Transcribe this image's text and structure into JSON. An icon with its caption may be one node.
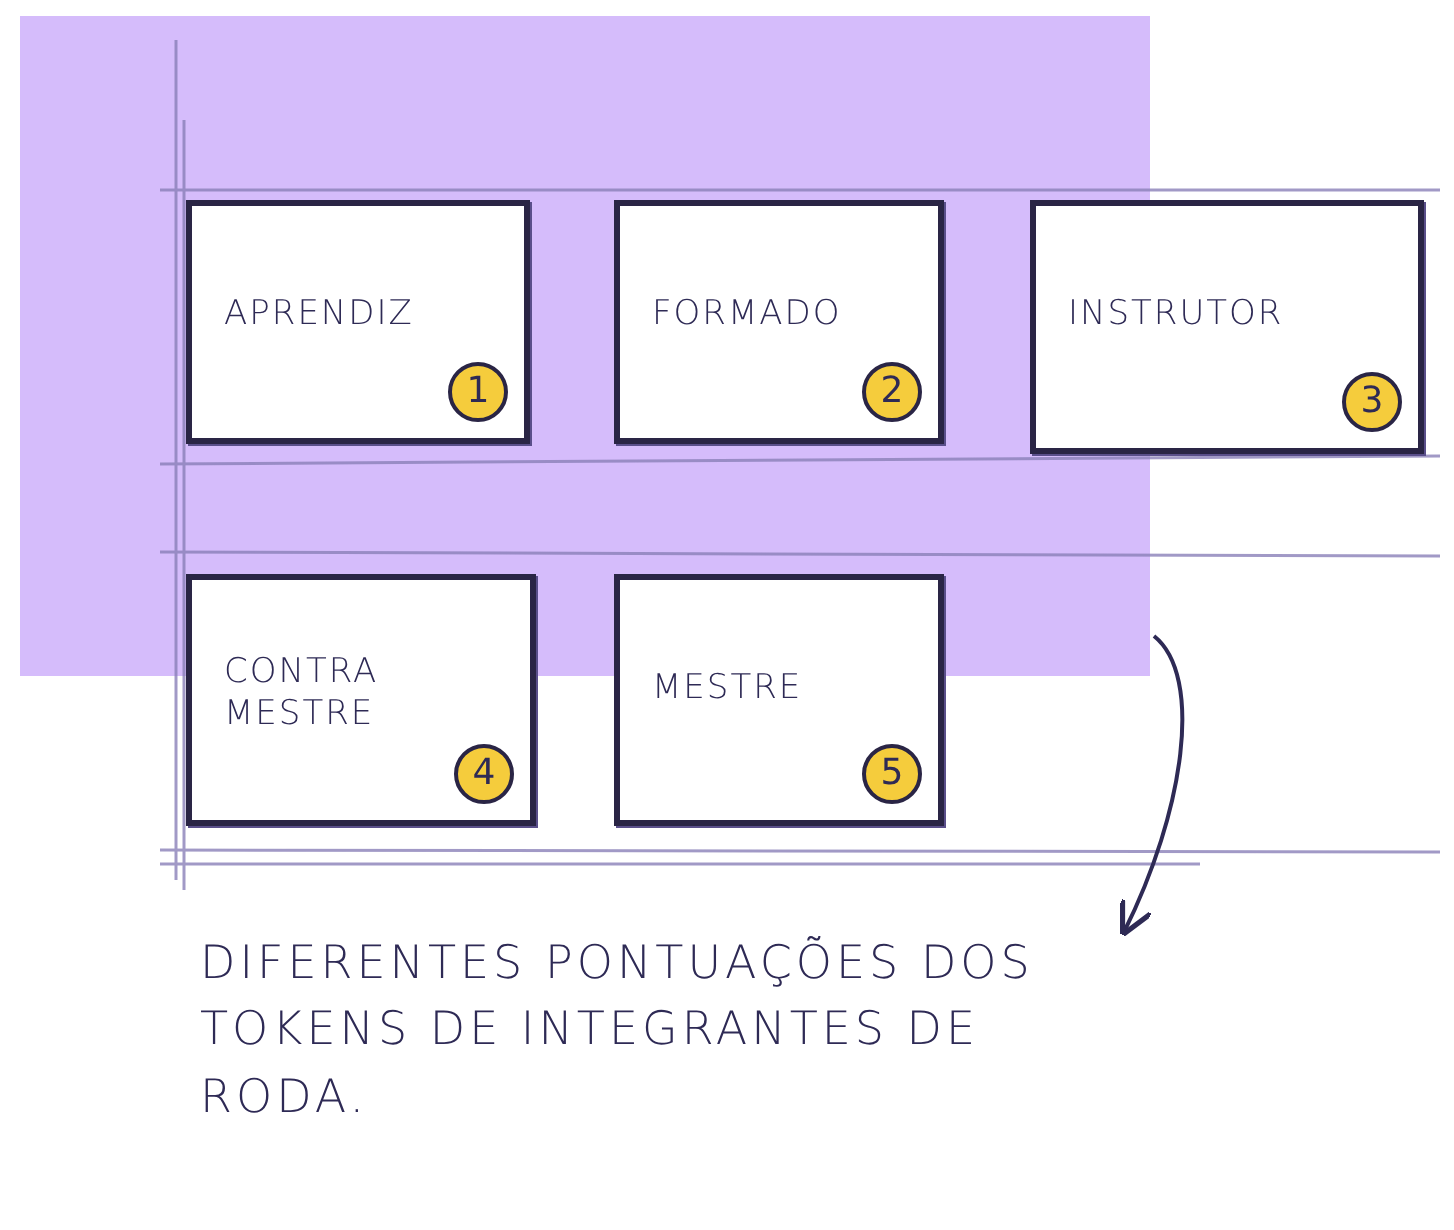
{
  "diagram": {
    "nodes": [
      {
        "text": [
          "APRENDIZ",
          "1"
        ]
      },
      {
        "text": [
          "FORMADO",
          "2"
        ]
      },
      {
        "text": [
          "INSTRUTOR",
          "3"
        ]
      },
      {
        "text": [
          "CONTRA MESTRE",
          "4"
        ]
      },
      {
        "text": [
          "MESTRE",
          "5"
        ]
      },
      {
        "text": [
          "DIFERENTES PONTUAÇÕES DOS TOKENS DE INTEGRANTES DE RODA."
        ]
      }
    ],
    "edges": [
      {
        "from": null,
        "to": 5,
        "arrow": "to"
      }
    ]
  }
}
